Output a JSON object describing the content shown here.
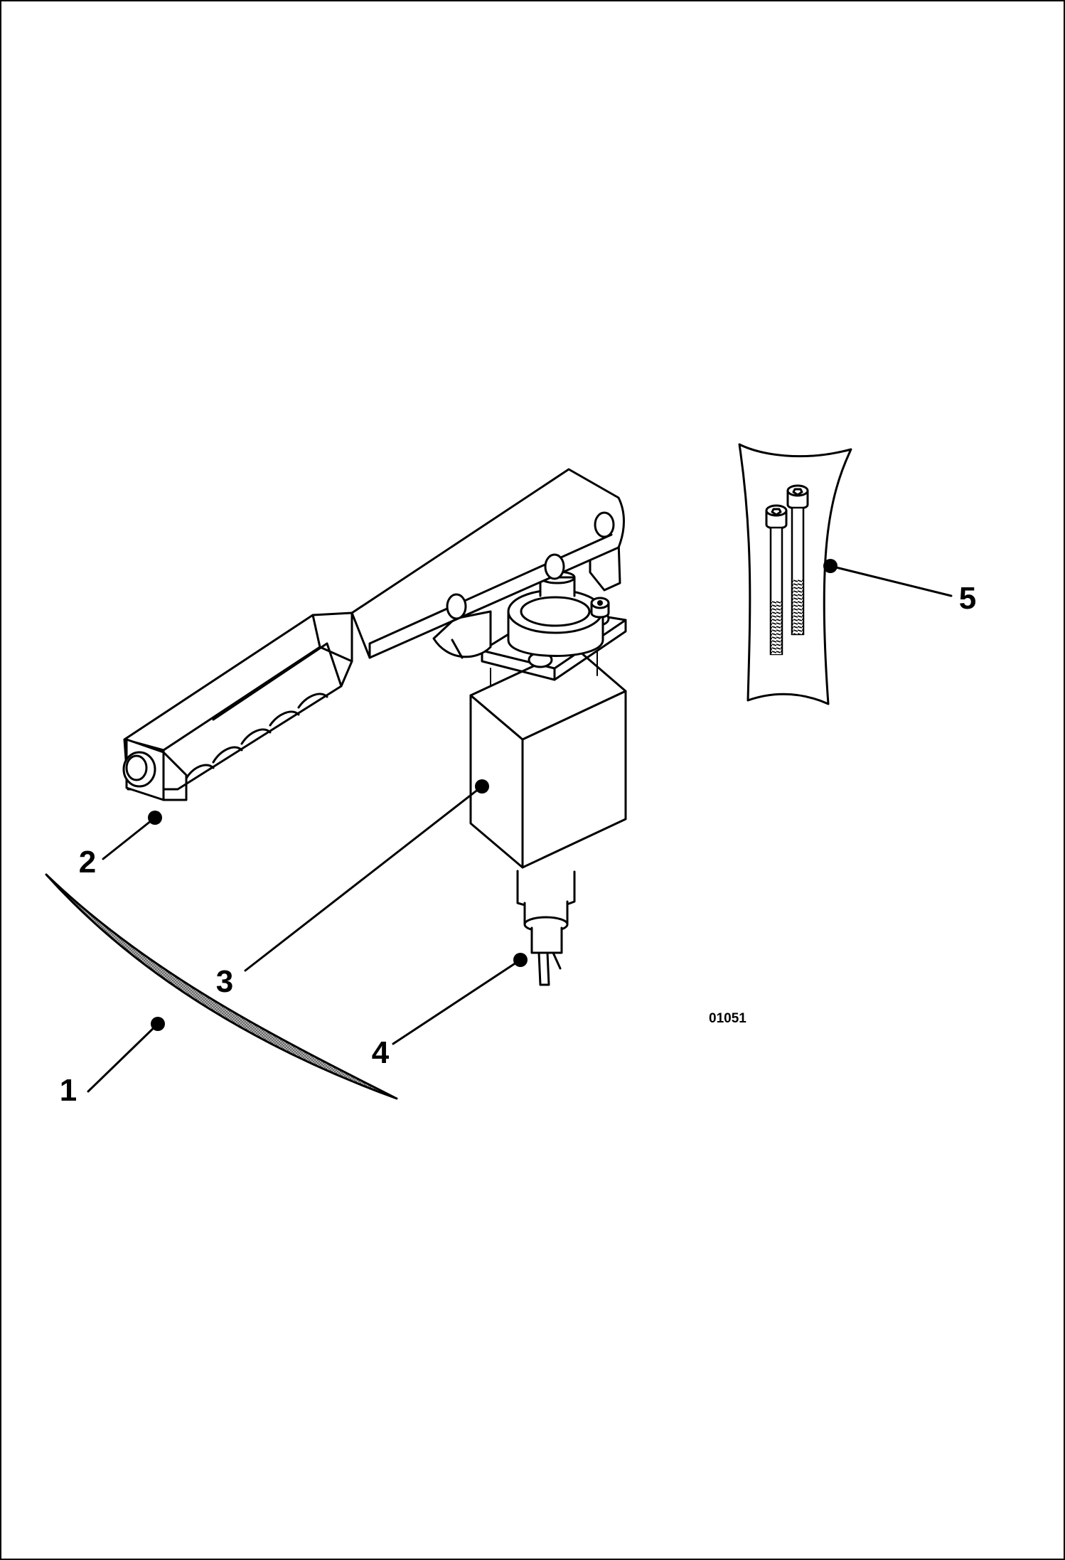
{
  "figure_number": "01051",
  "callouts": [
    {
      "label": "1"
    },
    {
      "label": "2"
    },
    {
      "label": "3"
    },
    {
      "label": "4"
    },
    {
      "label": "5"
    }
  ],
  "colors": {
    "line": "#000000",
    "background": "#ffffff",
    "gasket_fill": "#777777"
  }
}
